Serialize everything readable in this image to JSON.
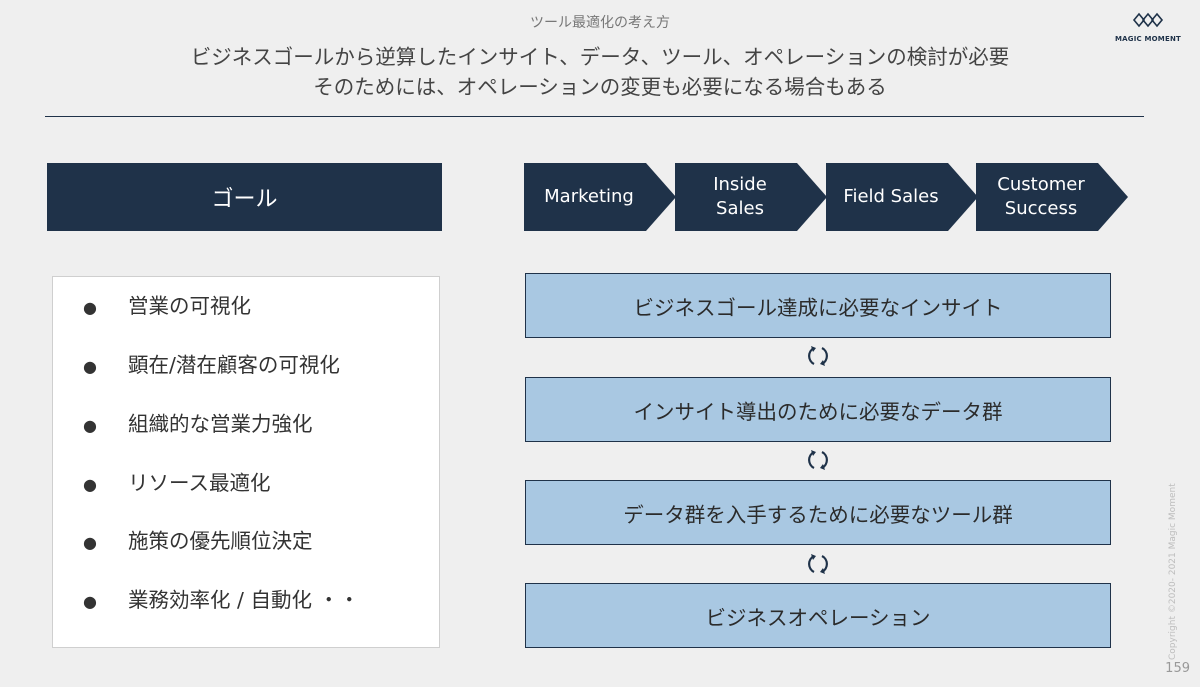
{
  "header": {
    "subtitle": "ツール最適化の考え方",
    "headline_line1": "ビジネスゴールから逆算したインサイト、データ、ツール、オペレーションの検討が必要",
    "headline_line2": "そのためには、オペレーションの変更も必要になる場合もある"
  },
  "logo": {
    "text": "MAGIC MOMENT",
    "icon": "triple-diamond-logo-icon"
  },
  "goal": {
    "title": "ゴール",
    "items": [
      "営業の可視化",
      "顕在/潜在顧客の可視化",
      "組織的な営業力強化",
      "リソース最適化",
      "施策の優先順位決定",
      "業務効率化 / 自動化 ・・"
    ],
    "bullet": "●"
  },
  "stages": [
    "Marketing",
    "Inside\nSales",
    "Field Sales",
    "Customer\nSuccess"
  ],
  "flow": [
    "ビジネスゴール達成に必要なインサイト",
    "インサイト導出のために必要なデータ群",
    "データ群を入手するために必要なツール群",
    "ビジネスオペレーション"
  ],
  "flow_icon": "cycle-arrows-icon",
  "footer": {
    "copyright": "Copyright ©2020- 2021 Magic Moment",
    "page_number": "159"
  },
  "colors": {
    "navy": "#1f3249",
    "light_blue": "#a9c8e2",
    "background": "#efefef"
  }
}
